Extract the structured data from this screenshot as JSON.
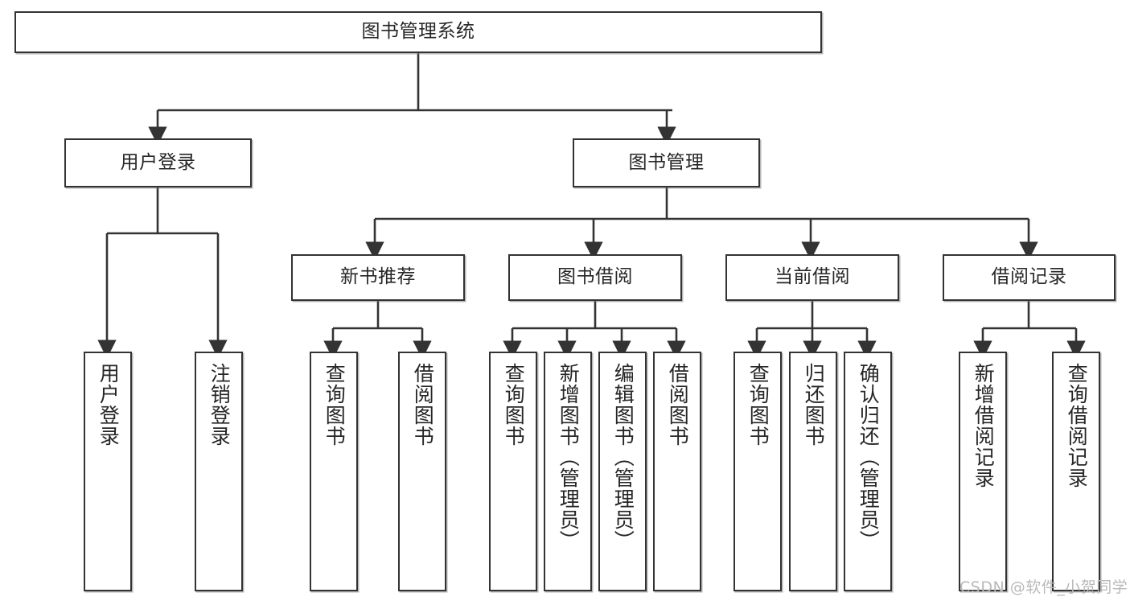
{
  "diagram": {
    "title": "图书管理系统",
    "type": "tree-hierarchy",
    "root": {
      "label": "图书管理系统"
    },
    "level2": [
      {
        "label": "用户登录"
      },
      {
        "label": "图书管理"
      }
    ],
    "level3": [
      {
        "label": "新书推荐"
      },
      {
        "label": "图书借阅"
      },
      {
        "label": "当前借阅"
      },
      {
        "label": "借阅记录"
      }
    ],
    "leaves": {
      "user_login": [
        {
          "label": "用户登录"
        },
        {
          "label": "注销登录"
        }
      ],
      "new_book_recommend": [
        {
          "label": "查询图书"
        },
        {
          "label": "借阅图书"
        }
      ],
      "book_borrow": [
        {
          "label": "查询图书"
        },
        {
          "label": "新增图书（管理员）"
        },
        {
          "label": "编辑图书（管理员）"
        },
        {
          "label": "借阅图书"
        }
      ],
      "current_borrow": [
        {
          "label": "查询图书"
        },
        {
          "label": "归还图书"
        },
        {
          "label": "确认归还（管理员）"
        }
      ],
      "borrow_record": [
        {
          "label": "新增借阅记录"
        },
        {
          "label": "查询借阅记录"
        }
      ]
    },
    "watermark": "CSDN @软件_小贺同学",
    "colors": {
      "stroke": "#333333",
      "text": "#262626",
      "background": "#ffffff",
      "watermark": "#b9b9b9"
    }
  }
}
